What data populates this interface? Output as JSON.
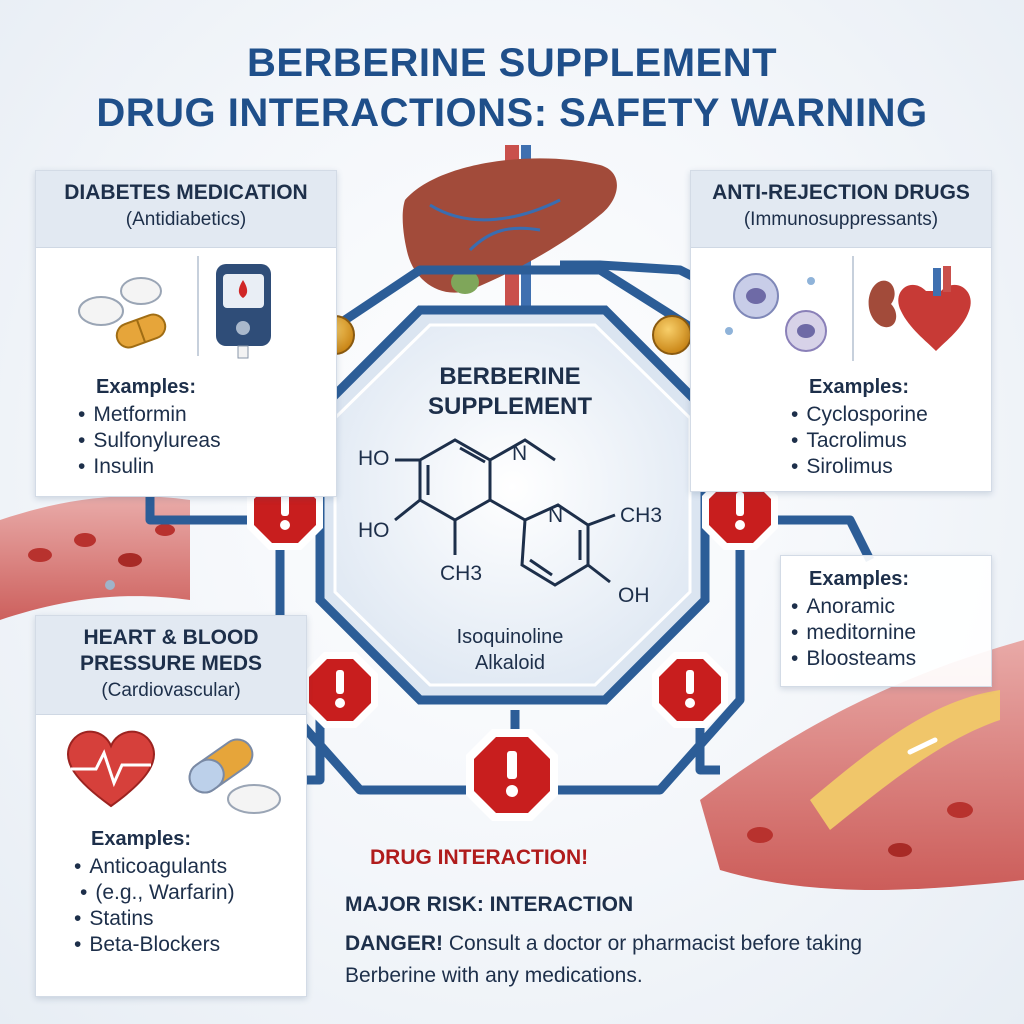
{
  "title": {
    "line1": "BERBERINE SUPPLEMENT",
    "line2": "DRUG INTERACTIONS: SAFETY WARNING"
  },
  "center": {
    "title_line1": "BERBERINE",
    "title_line2": "SUPPLEMENT",
    "caption_line1": "Isoquinoline",
    "caption_line2": "Alkaloid",
    "atoms": {
      "ho1": "HO",
      "ho2": "HO",
      "n1": "N",
      "n2": "N",
      "ch3_right": "CH3",
      "ch3_bottom": "CH3",
      "oh": "OH"
    }
  },
  "diabetes": {
    "title": "DIABETES MEDICATION",
    "subtitle": "(Antidiabetics)",
    "examples_label": "Examples:",
    "examples": [
      "Metformin",
      "Sulfonylureas",
      "Insulin"
    ]
  },
  "anti_rejection": {
    "title": "ANTI-REJECTION DRUGS",
    "subtitle": "(Immunosuppressants)",
    "examples_label": "Examples:",
    "examples": [
      "Cyclosporine",
      "Tacrolimus",
      "Sirolimus"
    ]
  },
  "heart": {
    "title_line1": "HEART & BLOOD",
    "title_line2": "PRESSURE MEDS",
    "subtitle": "(Cardiovascular)",
    "examples_label": "Examples:",
    "examples": [
      "Anticoagulants",
      "(e.g., Warfarin)",
      "Statins",
      "Beta-Blockers"
    ]
  },
  "other": {
    "examples_label": "Examples:",
    "examples": [
      "Anoramic",
      "meditornine",
      "Bloosteams"
    ]
  },
  "warning": {
    "title": "DRUG INTERACTION!",
    "risk": "MAJOR RISK: INTERACTION",
    "danger_label": "DANGER!",
    "danger_text": "Consult a doctor or pharmacist before taking Berberine with any medications."
  },
  "icons": {
    "warning_sign": "stop-exclamation",
    "liver": "liver",
    "blood_vessel": "artery-with-plaque",
    "pills": "pills",
    "glucose_meter": "glucometer",
    "immune_cells": "immune-cells",
    "kidney_heart": "kidney-and-heart",
    "heart_pulse": "heart-ecg",
    "connector_node": "orange-node"
  },
  "colors": {
    "title_blue": "#1f4f8a",
    "text_dark": "#1d2f4a",
    "warning_red": "#c81e1e",
    "line_blue": "#2c5d97",
    "node_orange": "#e0a030"
  }
}
